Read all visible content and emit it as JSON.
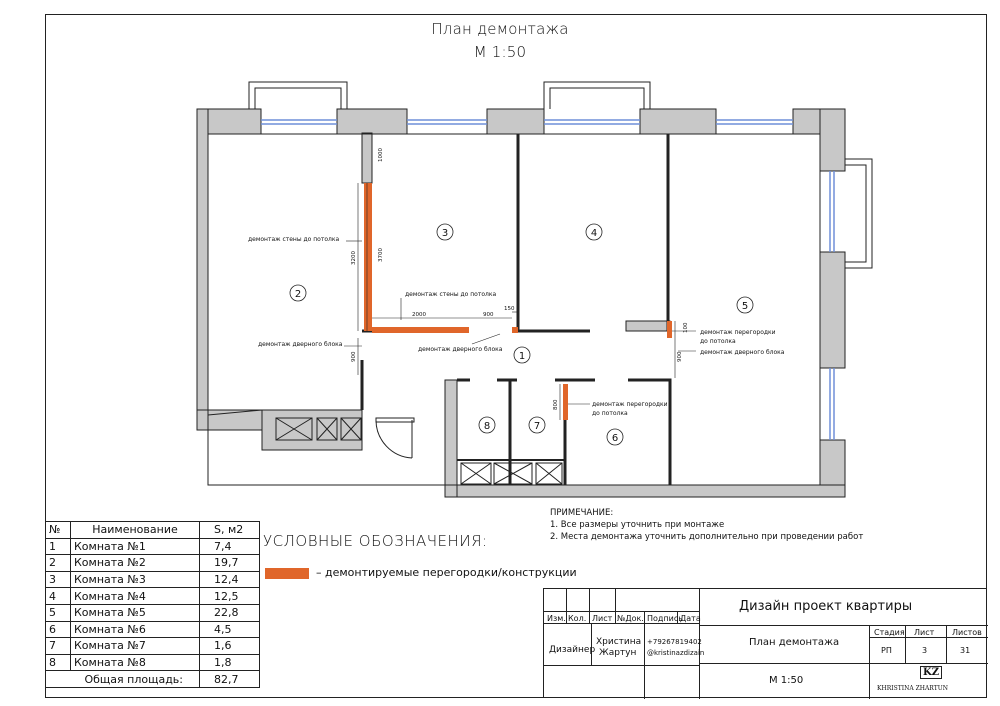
{
  "title": {
    "line1": "План демонтажа",
    "line2": "М 1:50"
  },
  "colors": {
    "demolition": "#e0662a",
    "wall_fill": "#c8c8c8",
    "window": "#6f8fd8"
  },
  "rooms": [
    {
      "id": "1"
    },
    {
      "id": "2"
    },
    {
      "id": "3"
    },
    {
      "id": "4"
    },
    {
      "id": "5"
    },
    {
      "id": "6"
    },
    {
      "id": "7"
    },
    {
      "id": "8"
    }
  ],
  "annotations": {
    "demo_wall_ceiling": "демонтаж стены до потолка",
    "demo_wall_ceiling_2": "демонтаж стены до потолка",
    "demo_door_block": "демонтаж дверного блока",
    "demo_door_block_2": "демонтаж дверного блока",
    "demo_partition_a": "демонтаж перегородки",
    "demo_partition_b": "до потолка",
    "demo_door_block_3": "демонтаж дверного блока",
    "demo_partition_c": "демонтаж перегородки",
    "demo_partition_d": "до потолка"
  },
  "dimensions": {
    "d1000": "1000",
    "d3200": "3200",
    "d3700": "3700",
    "d2000": "2000",
    "d900a": "900",
    "d150": "150",
    "d900b": "900",
    "d100": "100",
    "d900c": "900",
    "d800": "800"
  },
  "notes": {
    "heading": "ПРИМЕЧАНИЕ:",
    "line1": "1. Все размеры уточнить при монтаже",
    "line2": "2. Места демонтажа уточнить дополнительно при проведении работ"
  },
  "legend": {
    "title": "УСЛОВНЫЕ ОБОЗНАЧЕНИЯ:",
    "item": "– демонтируемые перегородки/конструкции"
  },
  "room_table": {
    "headers": [
      "№",
      "Наименование",
      "S, м2"
    ],
    "rows": [
      [
        "1",
        "Комната №1",
        "7,4"
      ],
      [
        "2",
        "Комната №2",
        "19,7"
      ],
      [
        "3",
        "Комната №3",
        "12,4"
      ],
      [
        "4",
        "Комната №4",
        "12,5"
      ],
      [
        "5",
        "Комната №5",
        "22,8"
      ],
      [
        "6",
        "Комната №6",
        "4,5"
      ],
      [
        "7",
        "Комната №7",
        "1,6"
      ],
      [
        "8",
        "Комната №8",
        "1,8"
      ]
    ],
    "total_label": "Общая площадь:",
    "total_value": "82,7"
  },
  "title_block": {
    "project": "Дизайн проект квартиры",
    "sheet_name": "План демонтажа",
    "scale": "М 1:50",
    "col_headers": [
      "Изм.",
      "Кол.",
      "Лист",
      "№Док.",
      "Подпись",
      "Дата"
    ],
    "role": "Дизайнер",
    "name1": "Христина",
    "name2": "Жартун",
    "phone": "+79267819402",
    "insta": "@kristinazdizain",
    "stage_label": "Стадия",
    "sheet_label": "Лист",
    "sheets_label": "Листов",
    "stage": "РП",
    "sheet": "3",
    "sheets": "31",
    "logo_mark": "KZ",
    "logo_text": "KHRISTINA ZHARTUN"
  }
}
